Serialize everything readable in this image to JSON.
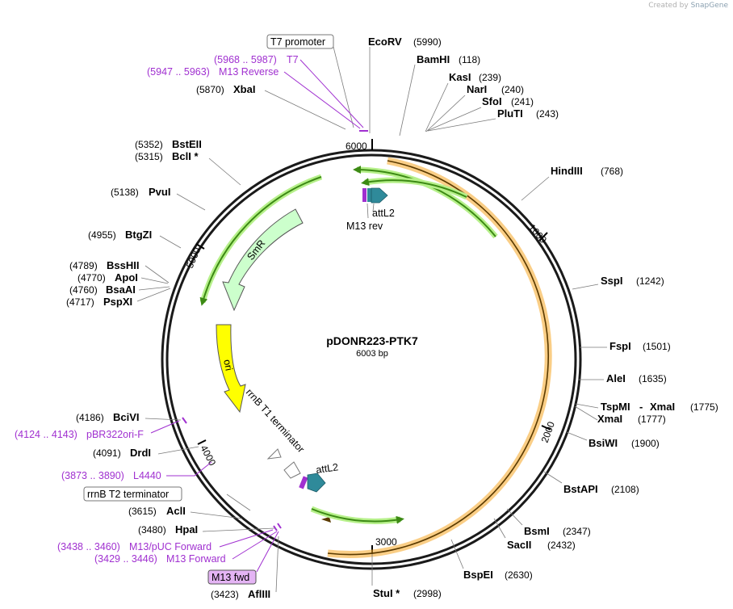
{
  "watermark": {
    "prefix": "Created by",
    "brand": "SnapGene"
  },
  "plasmid": {
    "name": "pDONR223-PTK7",
    "length_label": "6003 bp",
    "length": 6003
  },
  "ticks": [
    "1000",
    "2000",
    "3000",
    "4000",
    "5000",
    "6000"
  ],
  "enzymes": [
    {
      "name": "EcoRV",
      "pos": "(5990)"
    },
    {
      "name": "BamHI",
      "pos": "(118)"
    },
    {
      "name": "KasI",
      "pos": "(239)"
    },
    {
      "name": "NarI",
      "pos": "(240)"
    },
    {
      "name": "SfoI",
      "pos": "(241)"
    },
    {
      "name": "PluTI",
      "pos": "(243)"
    },
    {
      "name": "HindIII",
      "pos": "(768)"
    },
    {
      "name": "SspI",
      "pos": "(1242)"
    },
    {
      "name": "FspI",
      "pos": "(1501)"
    },
    {
      "name": "AleI",
      "pos": "(1635)"
    },
    {
      "name": "TspMI",
      "pos": "(1775)"
    },
    {
      "name": "XmaI",
      "pos": "(1777)"
    },
    {
      "name": "BsiWI",
      "pos": "(1900)"
    },
    {
      "name": "BstAPI",
      "pos": "(2108)"
    },
    {
      "name": "BsmI",
      "pos": "(2347)"
    },
    {
      "name": "SacII",
      "pos": "(2432)"
    },
    {
      "name": "BspEI",
      "pos": "(2630)"
    },
    {
      "name": "StuI *",
      "pos": "(2998)"
    },
    {
      "name": "AflIII",
      "pos": "(3423)"
    },
    {
      "name": "HpaI",
      "pos": "(3480)"
    },
    {
      "name": "AclI",
      "pos": "(3615)"
    },
    {
      "name": "DrdI",
      "pos": "(4091)"
    },
    {
      "name": "BciVI",
      "pos": "(4186)"
    },
    {
      "name": "PspXI",
      "pos": "(4717)"
    },
    {
      "name": "BsaAI",
      "pos": "(4760)"
    },
    {
      "name": "ApoI",
      "pos": "(4770)"
    },
    {
      "name": "BssHII",
      "pos": "(4789)"
    },
    {
      "name": "BtgZI",
      "pos": "(4955)"
    },
    {
      "name": "PvuI",
      "pos": "(5138)"
    },
    {
      "name": "BclI *",
      "pos": "(5315)"
    },
    {
      "name": "BstEII",
      "pos": "(5352)"
    },
    {
      "name": "XbaI",
      "pos": "(5870)"
    }
  ],
  "primers": [
    {
      "name": "T7",
      "range": "(5968 .. 5987)"
    },
    {
      "name": "M13 Reverse",
      "range": "(5947 .. 5963)"
    },
    {
      "name": "pBR322ori-F",
      "range": "(4124 .. 4143)"
    },
    {
      "name": "L4440",
      "range": "(3873 .. 3890)"
    },
    {
      "name": "M13/pUC Forward",
      "range": "(3438 .. 3460)"
    },
    {
      "name": "M13 Forward",
      "range": "(3429 .. 3446)"
    }
  ],
  "boxed_labels": [
    "T7 promoter",
    "rrnB T2 terminator",
    "M13 fwd"
  ],
  "features": [
    "SmR",
    "ori",
    "rrnB T1 terminator",
    "attL2",
    "attL2",
    "M13 rev"
  ],
  "colors": {
    "insert_outline": "#f5a623",
    "gene_green": "#3c8a14",
    "gene_glow": "#b6f08a",
    "smr_fill": "#ccffcc",
    "ori_fill": "#ffff00",
    "att_fill": "#2f8a9a",
    "primer_purple": "#a030d0",
    "m13fwd_fill": "#e4b4f4"
  }
}
